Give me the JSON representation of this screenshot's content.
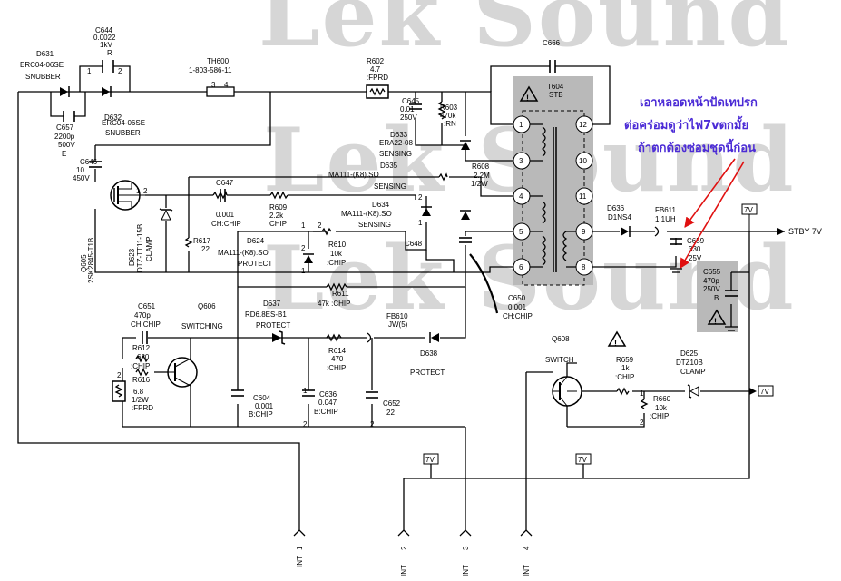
{
  "watermark": {
    "text_1": "Lek Sound",
    "text_2": "Lek Sound",
    "text_3": "Lek Sound"
  },
  "annotation": {
    "line_1": "เอาหลอดหน้าปัดเทปรก",
    "line_2": "ต่อคร่อมดูว่าไฟ7vตกมั้ย",
    "line_3": "ถ้าตกต้องซ่อมชุดนี้ก่อน",
    "color": "#4b2bd6",
    "arrow_color": "#e01010"
  },
  "colors": {
    "transformer_fill": "#b9b9b9",
    "box_fill": "#b9b9b9",
    "wire": "#000000"
  },
  "components": {
    "c644": [
      "C644",
      "0.0022",
      "1kV",
      "R"
    ],
    "d631": [
      "D631",
      "ERC04-06SE",
      "SNUBBER"
    ],
    "d632": [
      "D632",
      "ERC04-06SE",
      "SNUBBER"
    ],
    "c657": [
      "C657",
      "2200p",
      "500V",
      "E"
    ],
    "th600": [
      "TH600",
      "1-803-586-11"
    ],
    "r602": [
      "R602",
      "4.7",
      ":FPRD"
    ],
    "c645": [
      "C645",
      "0.01",
      "250V"
    ],
    "r603": [
      "R603",
      "470k",
      ":RN"
    ],
    "d633": [
      "D633",
      "ERA22-08",
      "SENSING"
    ],
    "d635": [
      "D635",
      "MA111-(K8).SO",
      "SENSING"
    ],
    "r608": [
      "R608",
      "2.2M",
      "1/2W"
    ],
    "c666": [
      "C666"
    ],
    "t604": [
      "T604",
      "STB"
    ],
    "c646": [
      "C646",
      "10",
      "450V"
    ],
    "c647": [
      "C647",
      "0.001",
      "CH:CHIP"
    ],
    "r609": [
      "R609",
      "2.2k",
      "CHIP"
    ],
    "d634": [
      "D634",
      "MA111-(K8).SO",
      "SENSING"
    ],
    "q605": [
      "Q605",
      "2SK2845-T1B"
    ],
    "d623": [
      "D623",
      "DTZ-TT11-15B",
      "CLAMP"
    ],
    "r617": [
      "R617",
      "22"
    ],
    "d624": [
      "D624",
      "MA111-(K8).SO",
      "PROTECT"
    ],
    "r610": [
      "R610",
      "10k",
      ":CHIP"
    ],
    "c648": [
      "C648"
    ],
    "r611": [
      "R611",
      "47k :CHIP"
    ],
    "c650": [
      "C650",
      "0.001",
      "CH:CHIP"
    ],
    "c651": [
      "C651",
      "470p",
      "CH:CHIP"
    ],
    "q606": [
      "Q606",
      "SWITCHING"
    ],
    "d637": [
      "D637",
      "RD6.8ES-B1",
      "PROTECT"
    ],
    "fb610": [
      "FB610",
      "JW(5)"
    ],
    "r612": [
      "R612",
      "680",
      ":CHIP"
    ],
    "r614": [
      "R614",
      "470",
      ":CHIP"
    ],
    "d638": [
      "D638",
      "PROTECT"
    ],
    "r616": [
      "R616",
      "6.8",
      "1/2W",
      ":FPRD"
    ],
    "c604": [
      "C604",
      "0.001",
      "B:CHIP"
    ],
    "c636": [
      "C636",
      "0.047",
      "B:CHIP"
    ],
    "c652": [
      "C652",
      "22"
    ],
    "d636": [
      "D636",
      "D1NS4"
    ],
    "fb611": [
      "FB611",
      "1.1UH"
    ],
    "c659": [
      "C659",
      "330",
      "25V"
    ],
    "c655": [
      "C655",
      "470p",
      "250V",
      "B"
    ],
    "q608": [
      "Q608",
      "SWITCH"
    ],
    "r659": [
      "R659",
      "1k",
      ":CHIP"
    ],
    "d625": [
      "D625",
      "DTZ10B",
      "CLAMP"
    ],
    "r660": [
      "R660",
      "10k",
      ":CHIP"
    ]
  },
  "nets": {
    "stby": "STBY 7V",
    "v7": "7V",
    "int": "INT"
  },
  "pins": {
    "t_left": [
      "1",
      "3",
      "4",
      "5",
      "6"
    ],
    "t_right": [
      "12",
      "10",
      "11",
      "9",
      "8"
    ],
    "misc": [
      "1",
      "2",
      "3",
      "4",
      "2",
      "1",
      "2",
      "1",
      "2",
      "1",
      "2",
      "1",
      "2",
      "2",
      "1",
      "2",
      "1",
      "2"
    ]
  },
  "connectors": [
    "1",
    "2",
    "3",
    "4"
  ]
}
